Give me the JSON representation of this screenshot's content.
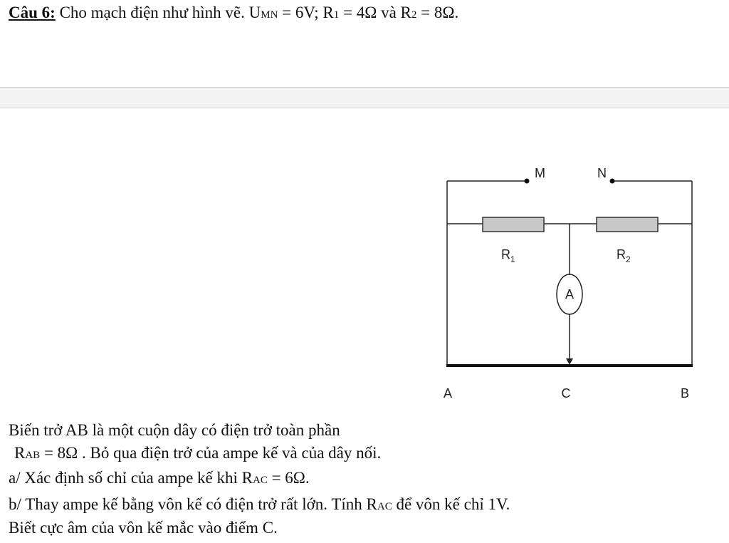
{
  "question": {
    "label": "Câu 6:",
    "intro": " Cho mạch điện như hình vẽ. U",
    "umn_sub": "MN",
    "umn_val": " = 6V; R",
    "r1_sub": "1",
    "r1_val": " = 4Ω và R",
    "r2_sub": "2",
    "r2_val": " = 8Ω."
  },
  "diagram": {
    "point_m": "M",
    "point_n": "N",
    "r1_letter": "R",
    "r1_sub": "1",
    "r2_letter": "R",
    "r2_sub": "2",
    "ammeter": "A",
    "point_a": "A",
    "point_c": "C",
    "point_b": "B"
  },
  "body": {
    "line1": "Biến trở AB là một cuộn dây có điện trở toàn phần",
    "line2_pre": "R",
    "line2_sub": "AB",
    "line2_post": " = 8Ω . Bỏ qua điện trở của ampe kế và của dây nối.",
    "line3_pre": "a/ Xác định số chỉ của ampe kế khi R",
    "line3_sub": "AC",
    "line3_post": " = 6Ω.",
    "line4_pre": "b/ Thay ampe kế bằng vôn kế có điện trở rất lớn. Tính R",
    "line4_sub": "AC",
    "line4_post": " để vôn kế chỉ 1V.",
    "line5": "Biết cực âm của vôn kế mắc vào điểm C."
  },
  "colors": {
    "resistor_fill": "#c8c8c8",
    "separator": "#f4f4f4"
  }
}
